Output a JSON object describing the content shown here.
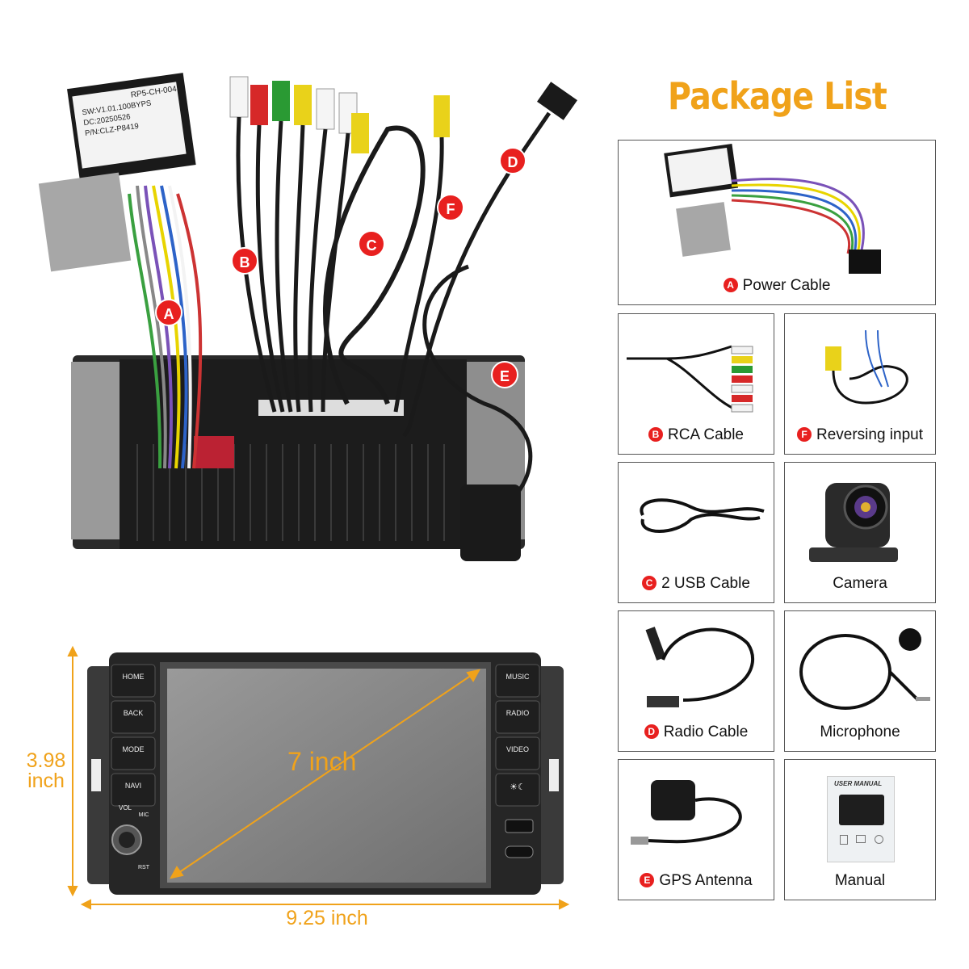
{
  "package_list": {
    "title": "Package List",
    "items": [
      {
        "badge": "A",
        "label": "Power Cable"
      },
      {
        "badge": "B",
        "label": "RCA Cable"
      },
      {
        "badge": "F",
        "label": "Reversing input"
      },
      {
        "badge": "C",
        "label": "2 USB Cable"
      },
      {
        "badge": "",
        "label": "Camera"
      },
      {
        "badge": "D",
        "label": "Radio Cable"
      },
      {
        "badge": "",
        "label": "Microphone"
      },
      {
        "badge": "E",
        "label": "GPS Antenna"
      },
      {
        "badge": "",
        "label": "Manual"
      }
    ]
  },
  "wiring_photo": {
    "callouts": [
      "A",
      "B",
      "C",
      "D",
      "E",
      "F"
    ],
    "box_label": {
      "model": "RP5-CH-004",
      "sw": "SW:V1.01.100BYPS",
      "dc": "DC:20250526",
      "pn": "P/N:CLZ-P8419"
    }
  },
  "head_unit": {
    "left_keys": [
      "HOME",
      "BACK",
      "MODE",
      "NAVI"
    ],
    "right_keys": [
      "MUSIC",
      "RADIO",
      "VIDEO"
    ],
    "vol_label": "VOL",
    "mic_label": "MIC",
    "rst_label": "RST",
    "screen_size": "7 inch",
    "height": "3.98\ninch",
    "width": "9.25 inch"
  },
  "manual_cover": "USER MANUAL",
  "colors": {
    "accent": "#f0a21a",
    "badge": "#e8201f"
  }
}
